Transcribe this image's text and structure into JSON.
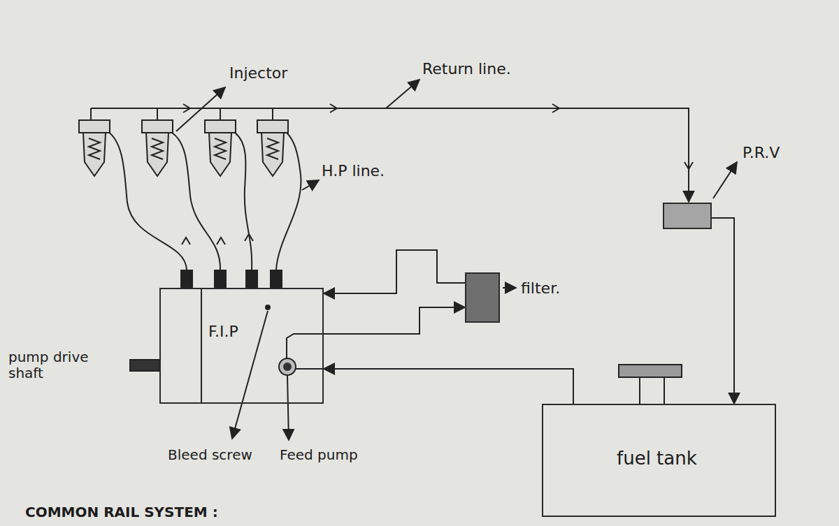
{
  "diagram": {
    "nodes": [
      {
        "text": [
          "F.I.P"
        ]
      },
      {
        "text": [
          "filter."
        ]
      },
      {
        "text": [
          "P.R.V"
        ]
      },
      {
        "text": [
          "fuel tank"
        ]
      }
    ],
    "edges": [
      {
        "from": 3,
        "to": 0,
        "arrow": "to"
      },
      {
        "from": 0,
        "to": 1,
        "arrow": "to"
      },
      {
        "from": 1,
        "to": 0,
        "arrow": "to"
      },
      {
        "from": 2,
        "to": 3,
        "arrow": "to"
      }
    ],
    "labels": [
      "Injector",
      "Return line.",
      "H.P line.",
      "pump drive shaft",
      "Bleed screw",
      "Feed pump",
      "COMMON RAIL SYSTEM :"
    ]
  }
}
